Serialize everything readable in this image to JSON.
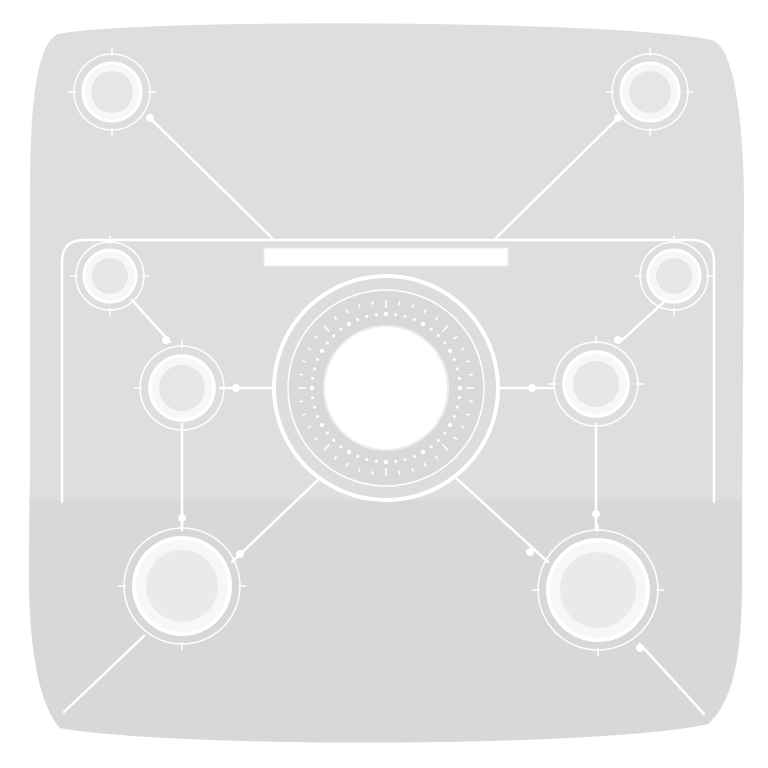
{
  "diagram": {
    "title_bar_text": "",
    "colors": {
      "background": "#ffffff",
      "panel": "#dedede",
      "lower_panel": "#d7d7d7",
      "line": "#ffffff",
      "node_inner": "#e9e9e9"
    },
    "nodes": [
      {
        "name": "top-left-node"
      },
      {
        "name": "top-right-node"
      },
      {
        "name": "upper-left-node"
      },
      {
        "name": "upper-right-node"
      },
      {
        "name": "middle-left-node"
      },
      {
        "name": "middle-right-node"
      },
      {
        "name": "bottom-left-node"
      },
      {
        "name": "bottom-right-node"
      },
      {
        "name": "central-hub"
      }
    ]
  }
}
